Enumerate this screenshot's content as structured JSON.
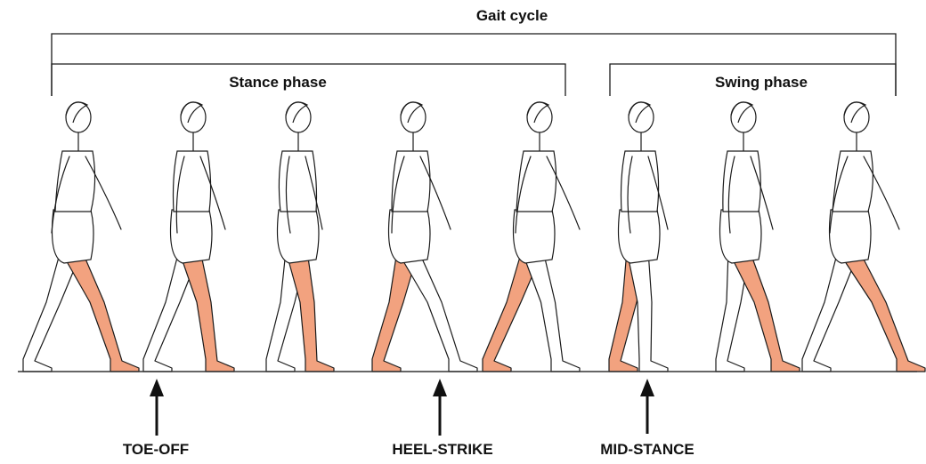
{
  "title": "Gait cycle",
  "phases": [
    {
      "label": "Stance phase"
    },
    {
      "label": "Swing phase"
    }
  ],
  "events": [
    {
      "label": "TOE-OFF"
    },
    {
      "label": "HEEL-STRIKE"
    },
    {
      "label": "MID-STANCE"
    }
  ],
  "figure_count": 8,
  "colors": {
    "highlighted_leg": "#f2a27f",
    "outline": "#1a1a1a",
    "ground": "#333333"
  }
}
